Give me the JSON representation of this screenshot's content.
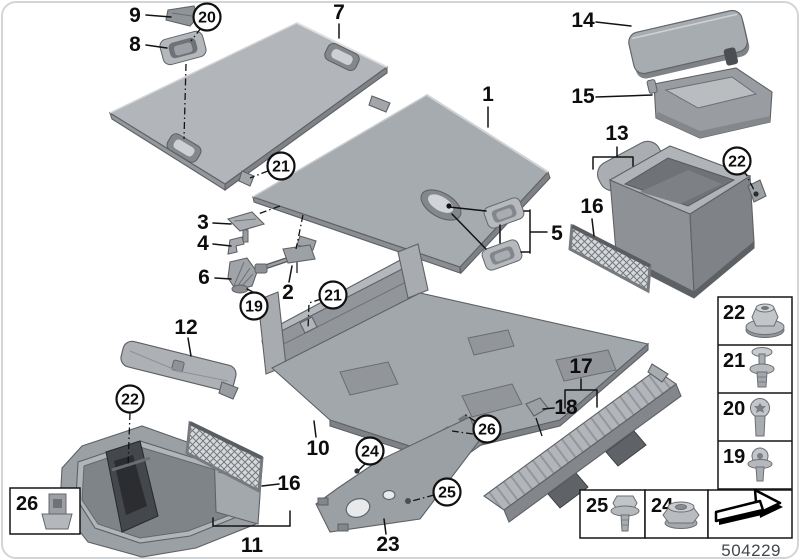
{
  "drawing_number": "504229",
  "callouts": {
    "p1": "1",
    "p2": "2",
    "p3": "3",
    "p4": "4",
    "p5": "5",
    "p6": "6",
    "p7": "7",
    "p8": "8",
    "p9": "9",
    "p10": "10",
    "p11": "11",
    "p12": "12",
    "p13": "13",
    "p14": "14",
    "p15": "15",
    "p16_right": "16",
    "p16_left": "16",
    "p17": "17",
    "p18": "18",
    "p23": "23",
    "c19": "19",
    "c20": "20",
    "c21_top": "21",
    "c21_mid": "21",
    "c22_right": "22",
    "c22_left": "22",
    "c24": "24",
    "c25": "25",
    "c26": "26"
  },
  "legend": {
    "box26": {
      "label": "26",
      "icon": "plastic-clip-nut-icon"
    },
    "box22": {
      "label": "22",
      "icon": "flanged-plastic-nut-icon"
    },
    "box21": {
      "label": "21",
      "icon": "expansion-rivet-icon"
    },
    "box20": {
      "label": "20",
      "icon": "torx-pan-head-screw-icon"
    },
    "box19": {
      "label": "19",
      "icon": "torx-washer-screw-icon"
    },
    "box25": {
      "label": "25",
      "icon": "hex-washer-screw-icon"
    },
    "box24": {
      "label": "24",
      "icon": "hex-flange-nut-icon"
    },
    "arrow_box": {
      "icon": "direction-of-travel-arrow-icon"
    }
  },
  "colors": {
    "part_light": "#b7bbbf",
    "part_mid": "#a4a9ad",
    "part_dark": "#8b8f93",
    "line": "#141414"
  }
}
